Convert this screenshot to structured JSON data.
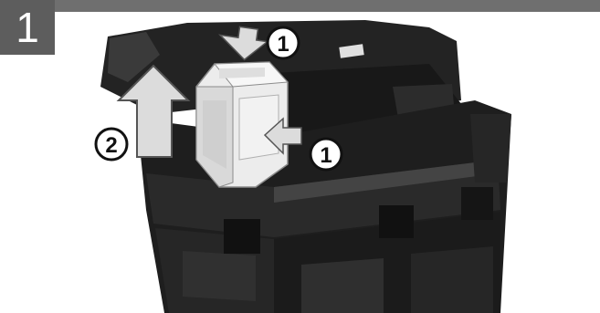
{
  "header": {
    "step_number": "1"
  },
  "figure": {
    "callouts": [
      {
        "label": "1"
      },
      {
        "label": "2"
      },
      {
        "label": "1"
      }
    ],
    "colors": {
      "case_dark": "#1e1e1e",
      "case_mid": "#2e2e2e",
      "case_highlight": "#555555",
      "battery_light": "#e8e8e8",
      "arrow_light": "#dcdcdc",
      "header_bar": "#6f6f6f"
    }
  }
}
